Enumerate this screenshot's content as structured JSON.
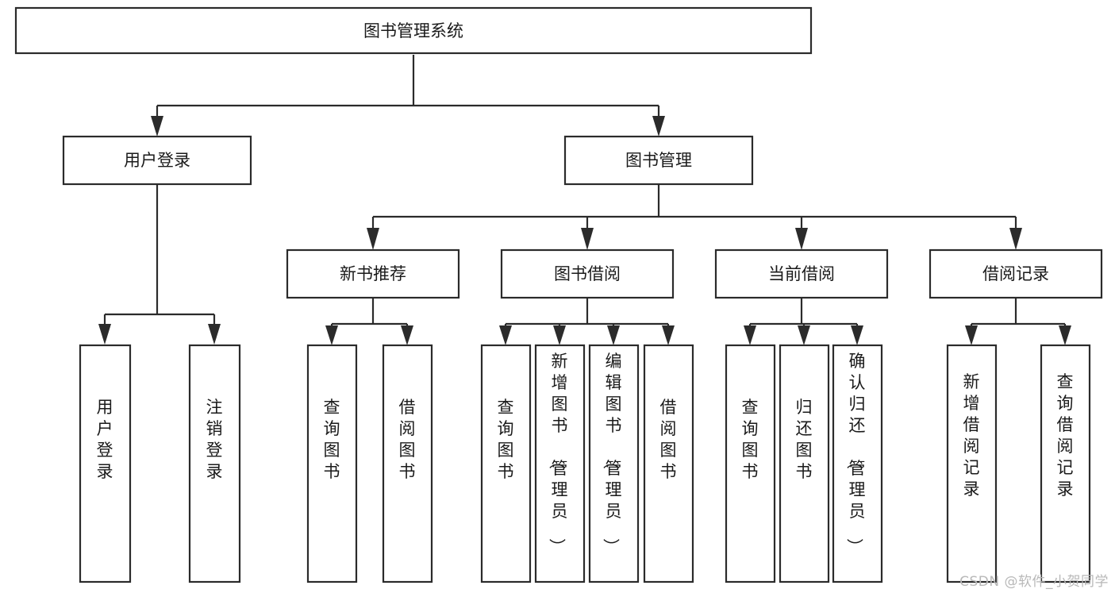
{
  "diagram": {
    "type": "tree",
    "title": "图书管理系统",
    "orientation": "top-down",
    "watermark": "CSDN @软件_小贺同学",
    "colors": {
      "box_fill": "#ffffff",
      "box_stroke": "#2b2b2b",
      "text": "#1a1a1a",
      "watermark": "#b8b8b8",
      "background": "#ffffff"
    },
    "nodes": {
      "root": {
        "label": "图书管理系统",
        "level": 1,
        "orientation": "horizontal"
      },
      "l2": [
        {
          "id": "user-login",
          "label": "用户登录",
          "level": 2,
          "orientation": "horizontal"
        },
        {
          "id": "book-manage",
          "label": "图书管理",
          "level": 2,
          "orientation": "horizontal"
        }
      ],
      "l3": [
        {
          "id": "new-book-rec",
          "label": "新书推荐",
          "level": 3,
          "orientation": "horizontal"
        },
        {
          "id": "book-borrow",
          "label": "图书借阅",
          "level": 3,
          "orientation": "horizontal"
        },
        {
          "id": "current-borrow",
          "label": "当前借阅",
          "level": 3,
          "orientation": "horizontal"
        },
        {
          "id": "borrow-record",
          "label": "借阅记录",
          "level": 3,
          "orientation": "horizontal"
        }
      ],
      "leaves": {
        "user-login": [
          {
            "id": "leaf-user-login",
            "label": "用户登录"
          },
          {
            "id": "leaf-logout",
            "label": "注销登录"
          }
        ],
        "new-book-rec": [
          {
            "id": "leaf-query-book-1",
            "label": "查询图书"
          },
          {
            "id": "leaf-borrow-book-1",
            "label": "借阅图书"
          }
        ],
        "book-borrow": [
          {
            "id": "leaf-query-book-2",
            "label": "查询图书"
          },
          {
            "id": "leaf-add-book",
            "label": "新增图书（管理员）"
          },
          {
            "id": "leaf-edit-book",
            "label": "编辑图书（管理员）"
          },
          {
            "id": "leaf-borrow-book-2",
            "label": "借阅图书"
          }
        ],
        "current-borrow": [
          {
            "id": "leaf-query-book-3",
            "label": "查询图书"
          },
          {
            "id": "leaf-return-book",
            "label": "归还图书"
          },
          {
            "id": "leaf-confirm-return",
            "label": "确认归还（管理员）"
          }
        ],
        "borrow-record": [
          {
            "id": "leaf-add-record",
            "label": "新增借阅记录"
          },
          {
            "id": "leaf-query-record",
            "label": "查询借阅记录"
          }
        ]
      }
    }
  }
}
